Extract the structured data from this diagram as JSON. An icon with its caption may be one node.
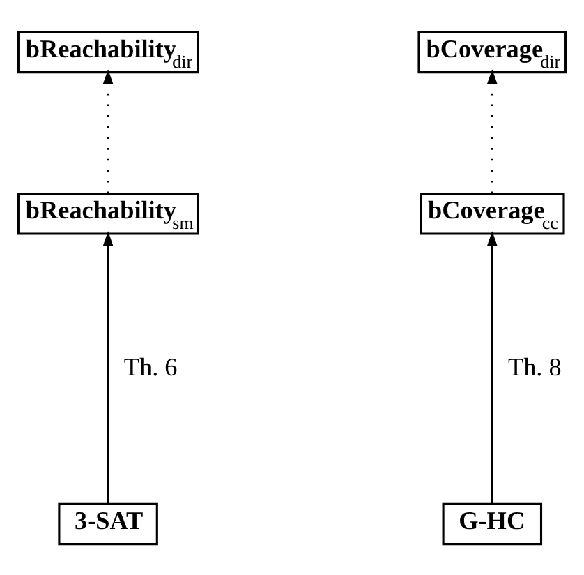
{
  "diagram": {
    "nodes": [
      {
        "text": [
          "bReachability$_{dir}$"
        ]
      },
      {
        "text": [
          "bCoverage$_{dir}$"
        ]
      },
      {
        "text": [
          "bReachability$_{sm}$"
        ]
      },
      {
        "text": [
          "bCoverage$_{cc}$"
        ]
      },
      {
        "text": [
          "3-SAT"
        ]
      },
      {
        "text": [
          "G-HC"
        ]
      }
    ],
    "edges": [
      {
        "from": 2,
        "to": 0,
        "arrow": "to",
        "style": "dashed"
      },
      {
        "from": 3,
        "to": 1,
        "arrow": "to",
        "style": "dashed"
      },
      {
        "from": 4,
        "to": 2,
        "arrow": "to",
        "label": "Th. 6"
      },
      {
        "from": 5,
        "to": 3,
        "arrow": "to",
        "label": "Th. 8"
      }
    ]
  }
}
